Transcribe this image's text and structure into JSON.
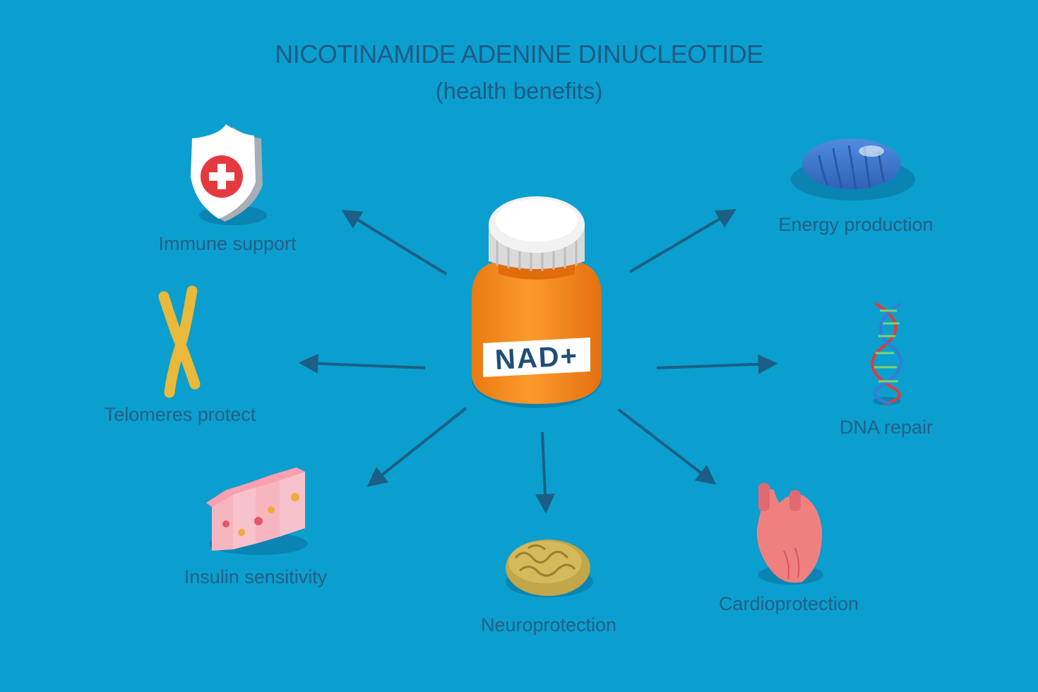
{
  "title": "NICOTINAMIDE ADENINE DINUCLEOTIDE",
  "subtitle": "(health benefits)",
  "center_label": "NAD+",
  "benefits": [
    {
      "label": "Immune support",
      "icon": "shield-cross-icon"
    },
    {
      "label": "Energy production",
      "icon": "mitochondrion-icon"
    },
    {
      "label": "Telomeres protect",
      "icon": "chromosome-icon"
    },
    {
      "label": "DNA repair",
      "icon": "dna-helix-icon"
    },
    {
      "label": "Insulin sensitivity",
      "icon": "cells-icon"
    },
    {
      "label": "Neuroprotection",
      "icon": "brain-icon"
    },
    {
      "label": "Cardioprotection",
      "icon": "heart-icon"
    }
  ],
  "colors": {
    "background": "#0a9fce",
    "text": "#235f88",
    "arrow": "#1b5f86",
    "bottle": "#f58a1f",
    "cap": "#ececec"
  }
}
